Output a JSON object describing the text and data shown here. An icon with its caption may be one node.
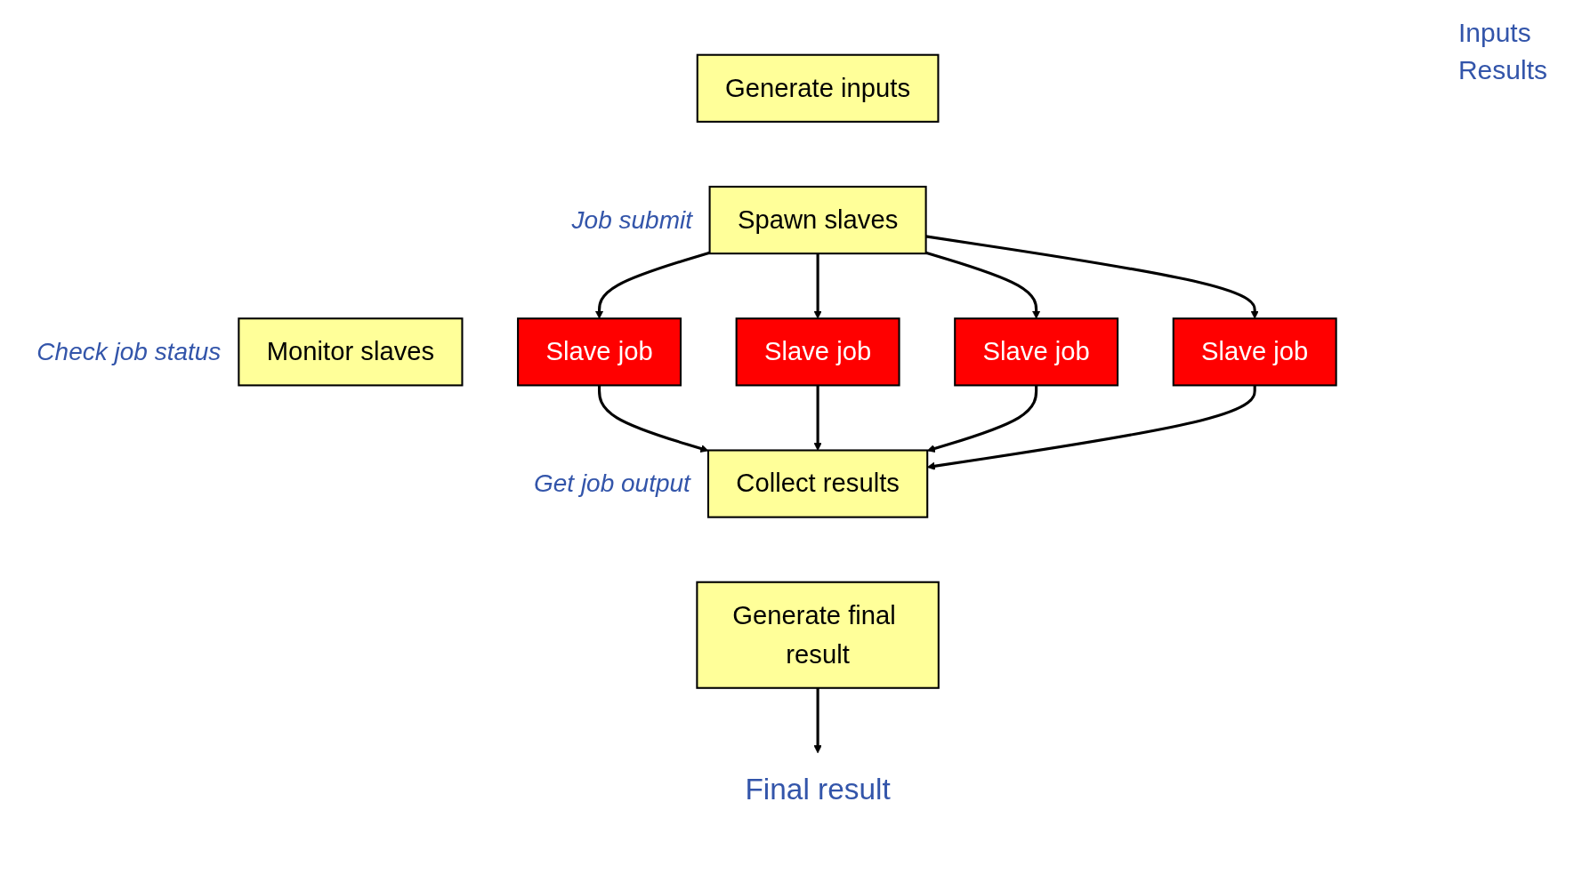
{
  "diagram": {
    "nodes": [
      {
        "text": [
          "Generate inputs"
        ]
      },
      {
        "text": [
          "Spawn slaves"
        ],
        "beside": [
          "Job submit"
        ]
      },
      {
        "text": [
          "Monitor slaves"
        ],
        "beside": [
          "Check job status"
        ]
      },
      {
        "text": [
          "Collect results"
        ],
        "beside": [
          "Get job output"
        ]
      },
      {
        "text": [
          "Generate final result"
        ]
      },
      {
        "text": [
          "Slave job"
        ]
      },
      {
        "text": [
          "Slave job"
        ]
      },
      {
        "text": [
          "Slave job"
        ]
      },
      {
        "text": [
          "Slave job"
        ]
      },
      {
        "text": [
          "Final result"
        ]
      }
    ],
    "edges": [
      {
        "from": 1,
        "to": 5,
        "arrow": "to"
      },
      {
        "from": 1,
        "to": 6,
        "arrow": "to"
      },
      {
        "from": 1,
        "to": 7,
        "arrow": "to"
      },
      {
        "from": 1,
        "to": 8,
        "arrow": "to"
      },
      {
        "from": 5,
        "to": 3,
        "arrow": "to"
      },
      {
        "from": 6,
        "to": 3,
        "arrow": "to"
      },
      {
        "from": 7,
        "to": 3,
        "arrow": "to"
      },
      {
        "from": 8,
        "to": 3,
        "arrow": "to"
      },
      {
        "from": 4,
        "to": 9,
        "arrow": "to"
      }
    ],
    "labels": [
      "Inputs",
      "Results"
    ]
  }
}
